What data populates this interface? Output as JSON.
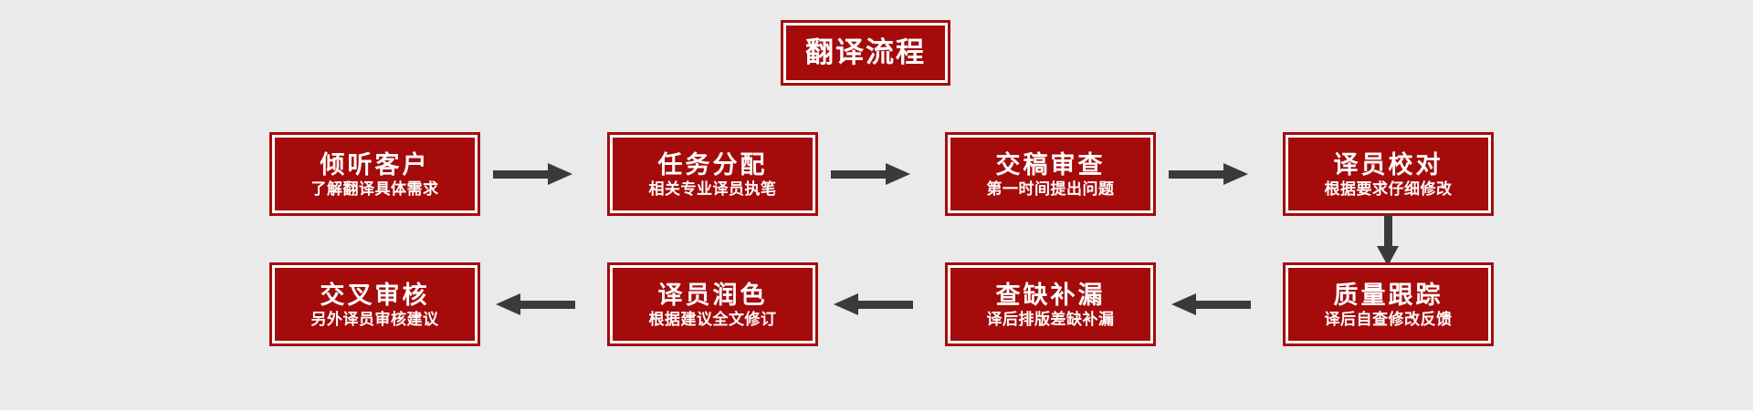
{
  "diagram": {
    "title": "翻译流程",
    "background_color": "#eaeaea",
    "box_fill_color": "#a50b0b",
    "box_text_color": "#ffffff",
    "arrow_color": "#3a3a3a"
  },
  "rows": [
    {
      "direction": "left-to-right",
      "steps": [
        {
          "headline": "倾听客户",
          "subline": "了解翻译具体需求"
        },
        {
          "headline": "任务分配",
          "subline": "相关专业译员执笔"
        },
        {
          "headline": "交稿审查",
          "subline": "第一时间提出问题"
        },
        {
          "headline": "译员校对",
          "subline": "根据要求仔细修改"
        }
      ]
    },
    {
      "direction": "right-to-left",
      "steps": [
        {
          "headline": "交叉审核",
          "subline": "另外译员审核建议"
        },
        {
          "headline": "译员润色",
          "subline": "根据建议全文修订"
        },
        {
          "headline": "查缺补漏",
          "subline": "译后排版差缺补漏"
        },
        {
          "headline": "质量跟踪",
          "subline": "译后自查修改反馈"
        }
      ]
    }
  ],
  "connectors": [
    {
      "name": "arrow-right-1",
      "icon": "arrow-right-icon"
    },
    {
      "name": "arrow-right-2",
      "icon": "arrow-right-icon"
    },
    {
      "name": "arrow-right-3",
      "icon": "arrow-right-icon"
    },
    {
      "name": "arrow-down-1",
      "icon": "arrow-down-icon"
    },
    {
      "name": "arrow-left-1",
      "icon": "arrow-left-icon"
    },
    {
      "name": "arrow-left-2",
      "icon": "arrow-left-icon"
    },
    {
      "name": "arrow-left-3",
      "icon": "arrow-left-icon"
    }
  ]
}
